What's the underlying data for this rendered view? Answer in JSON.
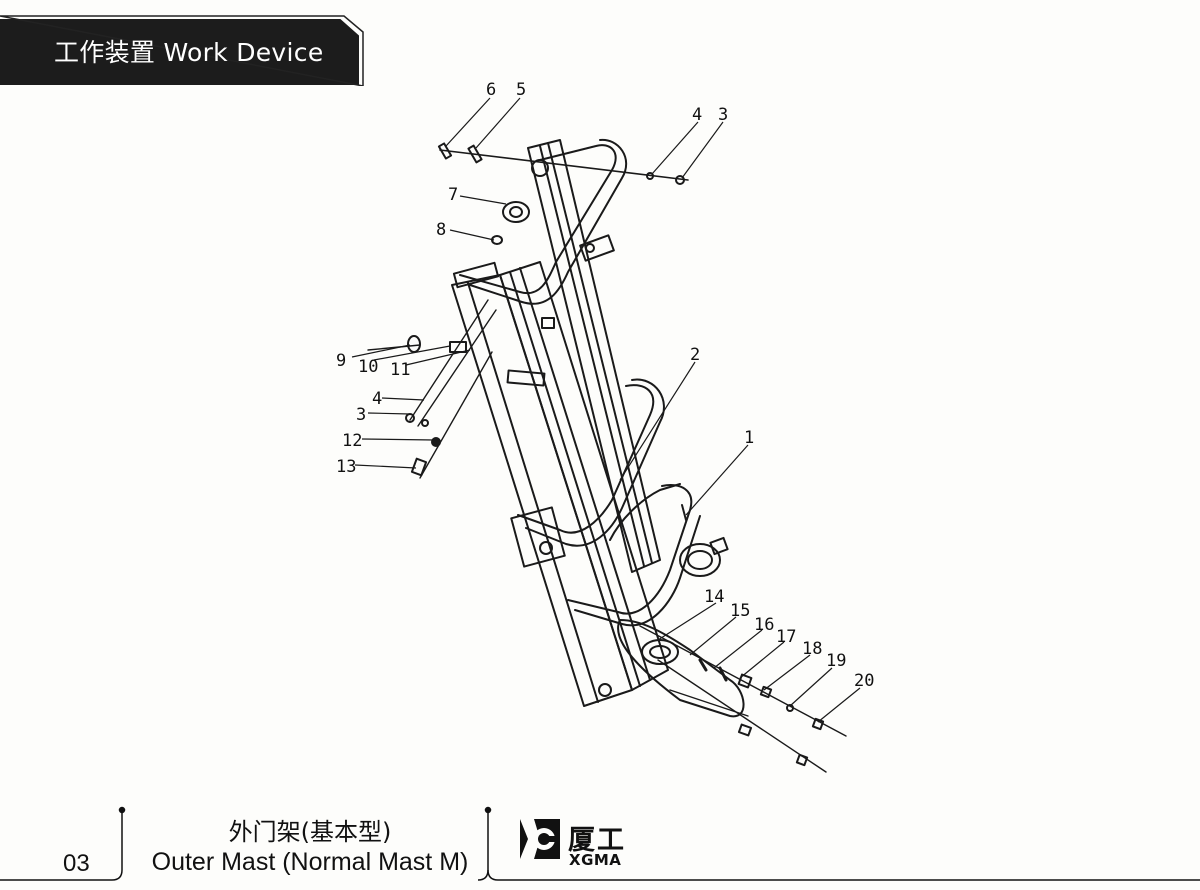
{
  "header": {
    "title": "工作装置 Work Device"
  },
  "footer": {
    "page_number": "03",
    "title_cn": "外门架(基本型)",
    "title_en": "Outer Mast (Normal Mast M)",
    "logo_cn": "厦工",
    "logo_en": "XGMA"
  },
  "callouts": [
    {
      "label": "6"
    },
    {
      "label": "5"
    },
    {
      "label": "4"
    },
    {
      "label": "3"
    },
    {
      "label": "7"
    },
    {
      "label": "8"
    },
    {
      "label": "9"
    },
    {
      "label": "10"
    },
    {
      "label": "11"
    },
    {
      "label": "4"
    },
    {
      "label": "3"
    },
    {
      "label": "12"
    },
    {
      "label": "13"
    },
    {
      "label": "2"
    },
    {
      "label": "1"
    },
    {
      "label": "14"
    },
    {
      "label": "15"
    },
    {
      "label": "16"
    },
    {
      "label": "17"
    },
    {
      "label": "18"
    },
    {
      "label": "19"
    },
    {
      "label": "20"
    }
  ]
}
